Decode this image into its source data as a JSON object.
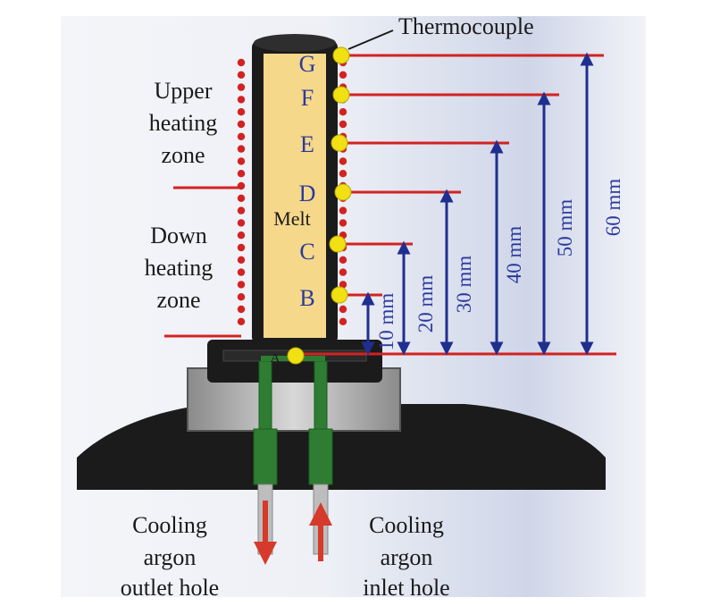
{
  "labels": {
    "thermocouple": "Thermocouple",
    "upper_zone": [
      "Upper",
      "heating",
      "zone"
    ],
    "down_zone": [
      "Down",
      "heating",
      "zone"
    ],
    "melt": "Melt",
    "outlet": [
      "Cooling",
      "argon",
      "outlet hole"
    ],
    "inlet": [
      "Cooling",
      "argon",
      "inlet hole"
    ]
  },
  "points": [
    "G",
    "F",
    "E",
    "D",
    "C",
    "B",
    "A"
  ],
  "dimensions": [
    "60 mm",
    "50 mm",
    "40 mm",
    "30 mm",
    "20 mm",
    "10 mm"
  ],
  "colors": {
    "coil": "#d32222",
    "dimension_arrow": "#1f2f8f",
    "melt_fill": "#f5d88a",
    "thermocouple": "#f0e014",
    "cooling_arrow": "#d63a2a",
    "pipe": "#2e7d32",
    "base_dark": "#1b1b1b",
    "base_grey": "#b9b9b9"
  },
  "icons": {
    "thermocouple": "yellow-dot-icon",
    "coil": "red-dot-icon",
    "flow": "red-arrow-icon"
  }
}
